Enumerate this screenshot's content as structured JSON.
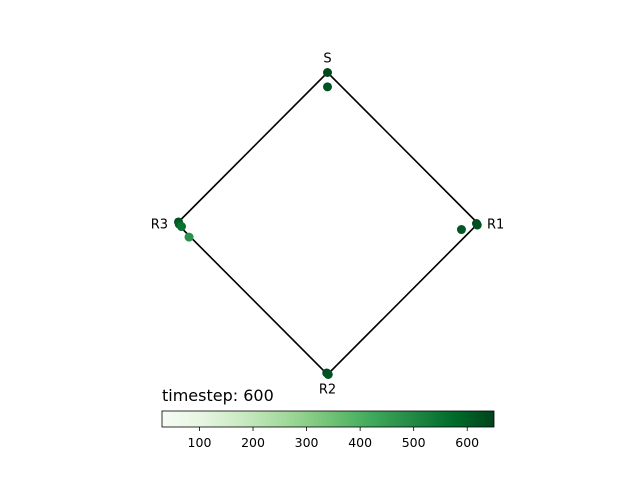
{
  "chart_data": {
    "type": "scatter",
    "title": "timestep: 600",
    "nodes": [
      {
        "id": "S",
        "label": "S",
        "x": 0.0,
        "y": 1.0
      },
      {
        "id": "R1",
        "label": "R1",
        "x": 1.0,
        "y": 0.0
      },
      {
        "id": "R2",
        "label": "R2",
        "x": 0.0,
        "y": -1.0
      },
      {
        "id": "R3",
        "label": "R3",
        "x": -1.0,
        "y": 0.0
      }
    ],
    "edges": [
      [
        "S",
        "R1"
      ],
      [
        "R1",
        "R2"
      ],
      [
        "R2",
        "R3"
      ],
      [
        "R3",
        "S"
      ]
    ],
    "points": [
      {
        "x": 0.0,
        "y": 1.0,
        "t": 640
      },
      {
        "x": 0.0,
        "y": 0.905,
        "t": 620
      },
      {
        "x": 0.99,
        "y": 0.0,
        "t": 640
      },
      {
        "x": 0.995,
        "y": -0.01,
        "t": 630
      },
      {
        "x": 0.89,
        "y": -0.04,
        "t": 610
      },
      {
        "x": -0.99,
        "y": 0.01,
        "t": 630
      },
      {
        "x": -0.985,
        "y": -0.005,
        "t": 600
      },
      {
        "x": -0.97,
        "y": -0.02,
        "t": 560
      },
      {
        "x": -0.92,
        "y": -0.09,
        "t": 480
      },
      {
        "x": -0.005,
        "y": -0.99,
        "t": 640
      },
      {
        "x": 0.005,
        "y": -1.0,
        "t": 620
      }
    ],
    "xlim": [
      -1.1,
      1.1
    ],
    "ylim": [
      -1.1,
      1.1
    ],
    "colorbar": {
      "cmap": "Greens",
      "range": [
        30,
        650
      ],
      "ticks": [
        100,
        200,
        300,
        400,
        500,
        600
      ],
      "tick_labels": [
        "100",
        "200",
        "300",
        "400",
        "500",
        "600"
      ]
    },
    "colors": {
      "edge": "#000000",
      "cmap_low": "#f7fcf5",
      "cmap_high": "#00441b"
    }
  }
}
